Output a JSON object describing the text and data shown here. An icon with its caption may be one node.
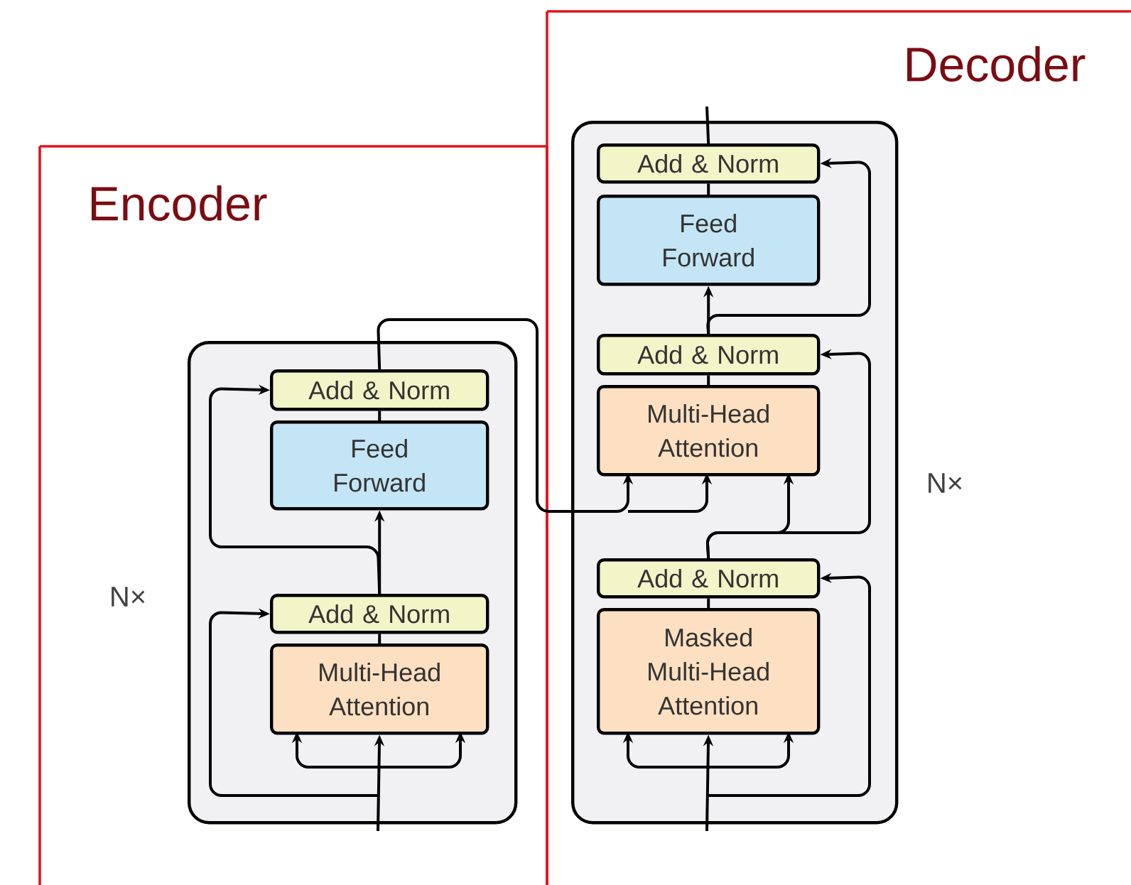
{
  "diagram": {
    "nodes": [
      {
        "text": [
          "Encoder"
        ]
      },
      {
        "text": [],
        "shape": "box",
        "in": 0,
        "beside": [
          "N×"
        ]
      },
      {
        "text": [
          "Add & Norm"
        ],
        "in": 1
      },
      {
        "text": [
          "Feed Forward"
        ],
        "in": 1
      },
      {
        "text": [
          "Add & Norm"
        ],
        "in": 1
      },
      {
        "text": [
          "Multi-Head Attention"
        ],
        "in": 1
      },
      {
        "text": [
          "Decoder"
        ]
      },
      {
        "text": [],
        "shape": "box",
        "in": 6,
        "beside": [
          "N×"
        ]
      },
      {
        "text": [
          "Add & Norm"
        ],
        "in": 7
      },
      {
        "text": [
          "Feed Forward"
        ],
        "in": 7
      },
      {
        "text": [
          "Add & Norm"
        ],
        "in": 7
      },
      {
        "text": [
          "Multi-Head Attention"
        ],
        "in": 7
      },
      {
        "text": [
          "Add & Norm"
        ],
        "in": 7
      },
      {
        "text": [
          "Masked Multi-Head Attention"
        ],
        "in": 7
      }
    ],
    "edges": [
      {
        "from": null,
        "to": 5,
        "arrow": "to"
      },
      {
        "from": null,
        "to": 4,
        "arrow": "to"
      },
      {
        "from": 5,
        "to": 4,
        "arrow": "none"
      },
      {
        "from": 4,
        "to": 3,
        "arrow": "to"
      },
      {
        "from": 4,
        "to": 2,
        "arrow": "to"
      },
      {
        "from": 3,
        "to": 2,
        "arrow": "none"
      },
      {
        "from": 2,
        "to": 11,
        "arrow": "to"
      },
      {
        "from": null,
        "to": 13,
        "arrow": "to"
      },
      {
        "from": null,
        "to": 12,
        "arrow": "to"
      },
      {
        "from": 13,
        "to": 12,
        "arrow": "none"
      },
      {
        "from": 12,
        "to": 11,
        "arrow": "to"
      },
      {
        "from": 12,
        "to": 10,
        "arrow": "to"
      },
      {
        "from": 11,
        "to": 10,
        "arrow": "none"
      },
      {
        "from": 10,
        "to": 9,
        "arrow": "to"
      },
      {
        "from": 10,
        "to": 8,
        "arrow": "to"
      },
      {
        "from": 9,
        "to": 8,
        "arrow": "none"
      },
      {
        "from": 8,
        "to": null,
        "arrow": "none"
      }
    ]
  }
}
